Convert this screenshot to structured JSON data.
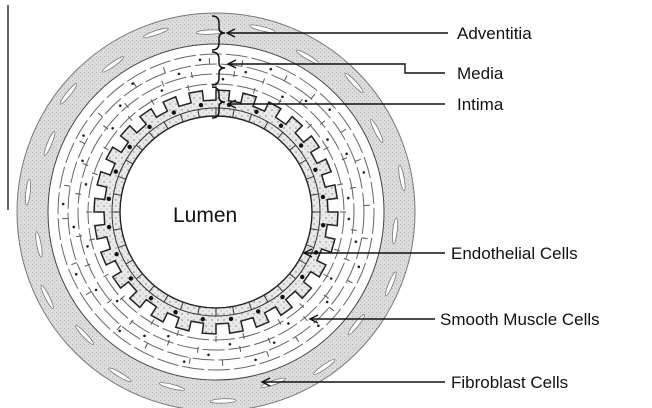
{
  "labels": {
    "adventitia": "Adventitia",
    "media": "Media",
    "intima": "Intima",
    "lumen": "Lumen",
    "endothelial": "Endothelial Cells",
    "smooth_muscle": "Smooth Muscle Cells",
    "fibroblast": "Fibroblast Cells"
  },
  "colors": {
    "adventitia_fill": "#dadada",
    "media_fill": "#ffffff",
    "intima_fill": "#e6e6e6",
    "lumen_fill": "#ffffff",
    "line": "#222222"
  }
}
